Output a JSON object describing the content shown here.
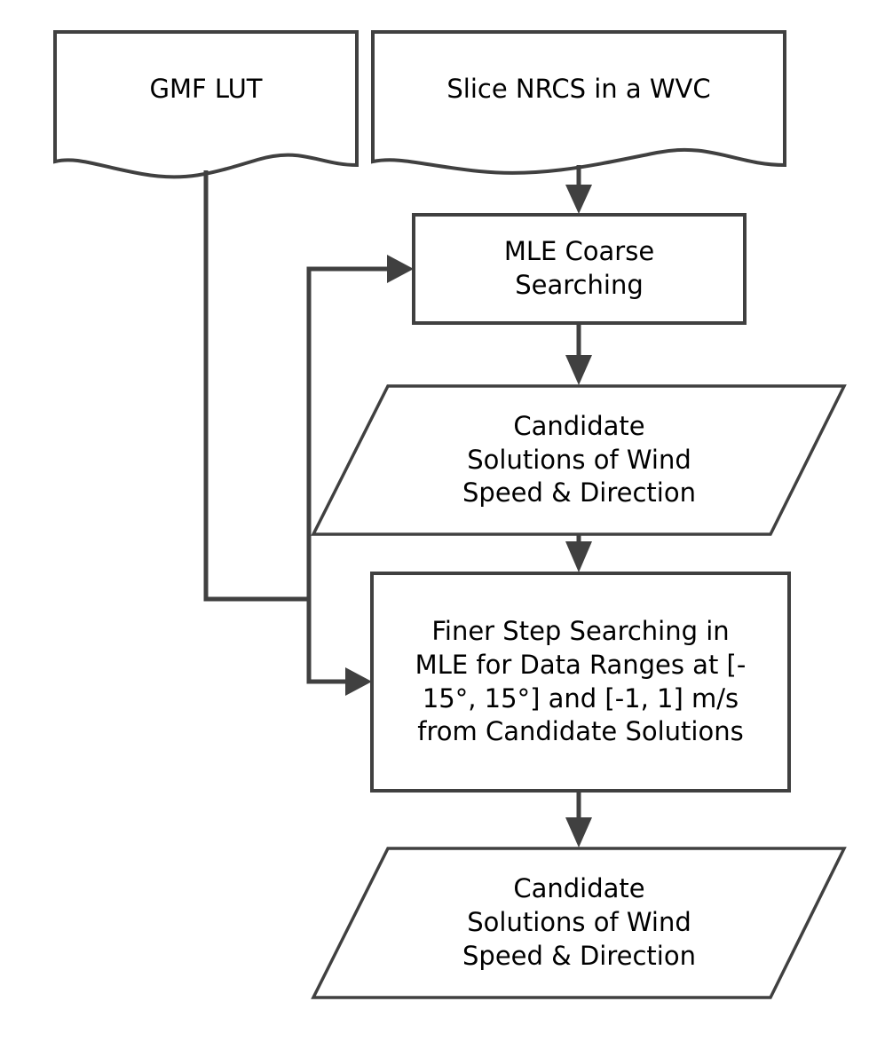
{
  "diagram": {
    "title": "MLE wind retrieval flowchart",
    "stroke_color": "#404040",
    "fill_color": "#ffffff",
    "text_color": "#000000",
    "nodes": [
      {
        "id": "gmf-lut",
        "shape": "document",
        "label": "GMF LUT"
      },
      {
        "id": "slice-nrcs",
        "shape": "document",
        "label": "Slice NRCS in a WVC"
      },
      {
        "id": "mle-coarse",
        "shape": "process",
        "label": "MLE Coarse\nSearching"
      },
      {
        "id": "candidate-solutions-1",
        "shape": "data-parallelogram",
        "label": "Candidate\nSolutions of Wind\nSpeed & Direction"
      },
      {
        "id": "finer-step",
        "shape": "process",
        "label": "Finer Step Searching in\nMLE for Data Ranges at [-\n15°, 15°] and [-1, 1] m/s\nfrom Candidate Solutions"
      },
      {
        "id": "candidate-solutions-2",
        "shape": "data-parallelogram",
        "label": "Candidate\nSolutions of Wind\nSpeed & Direction"
      }
    ],
    "edges": [
      {
        "id": "slice-to-coarse",
        "from": "slice-nrcs",
        "to": "mle-coarse",
        "label": ""
      },
      {
        "id": "gmf-to-coarse",
        "from": "gmf-lut",
        "to": "mle-coarse",
        "label": ""
      },
      {
        "id": "gmf-to-finer",
        "from": "gmf-lut",
        "to": "finer-step",
        "label": ""
      },
      {
        "id": "coarse-to-candidates1",
        "from": "mle-coarse",
        "to": "candidate-solutions-1",
        "label": ""
      },
      {
        "id": "candidates1-to-finer",
        "from": "candidate-solutions-1",
        "to": "finer-step",
        "label": ""
      },
      {
        "id": "finer-to-candidates2",
        "from": "finer-step",
        "to": "candidate-solutions-2",
        "label": ""
      }
    ]
  }
}
